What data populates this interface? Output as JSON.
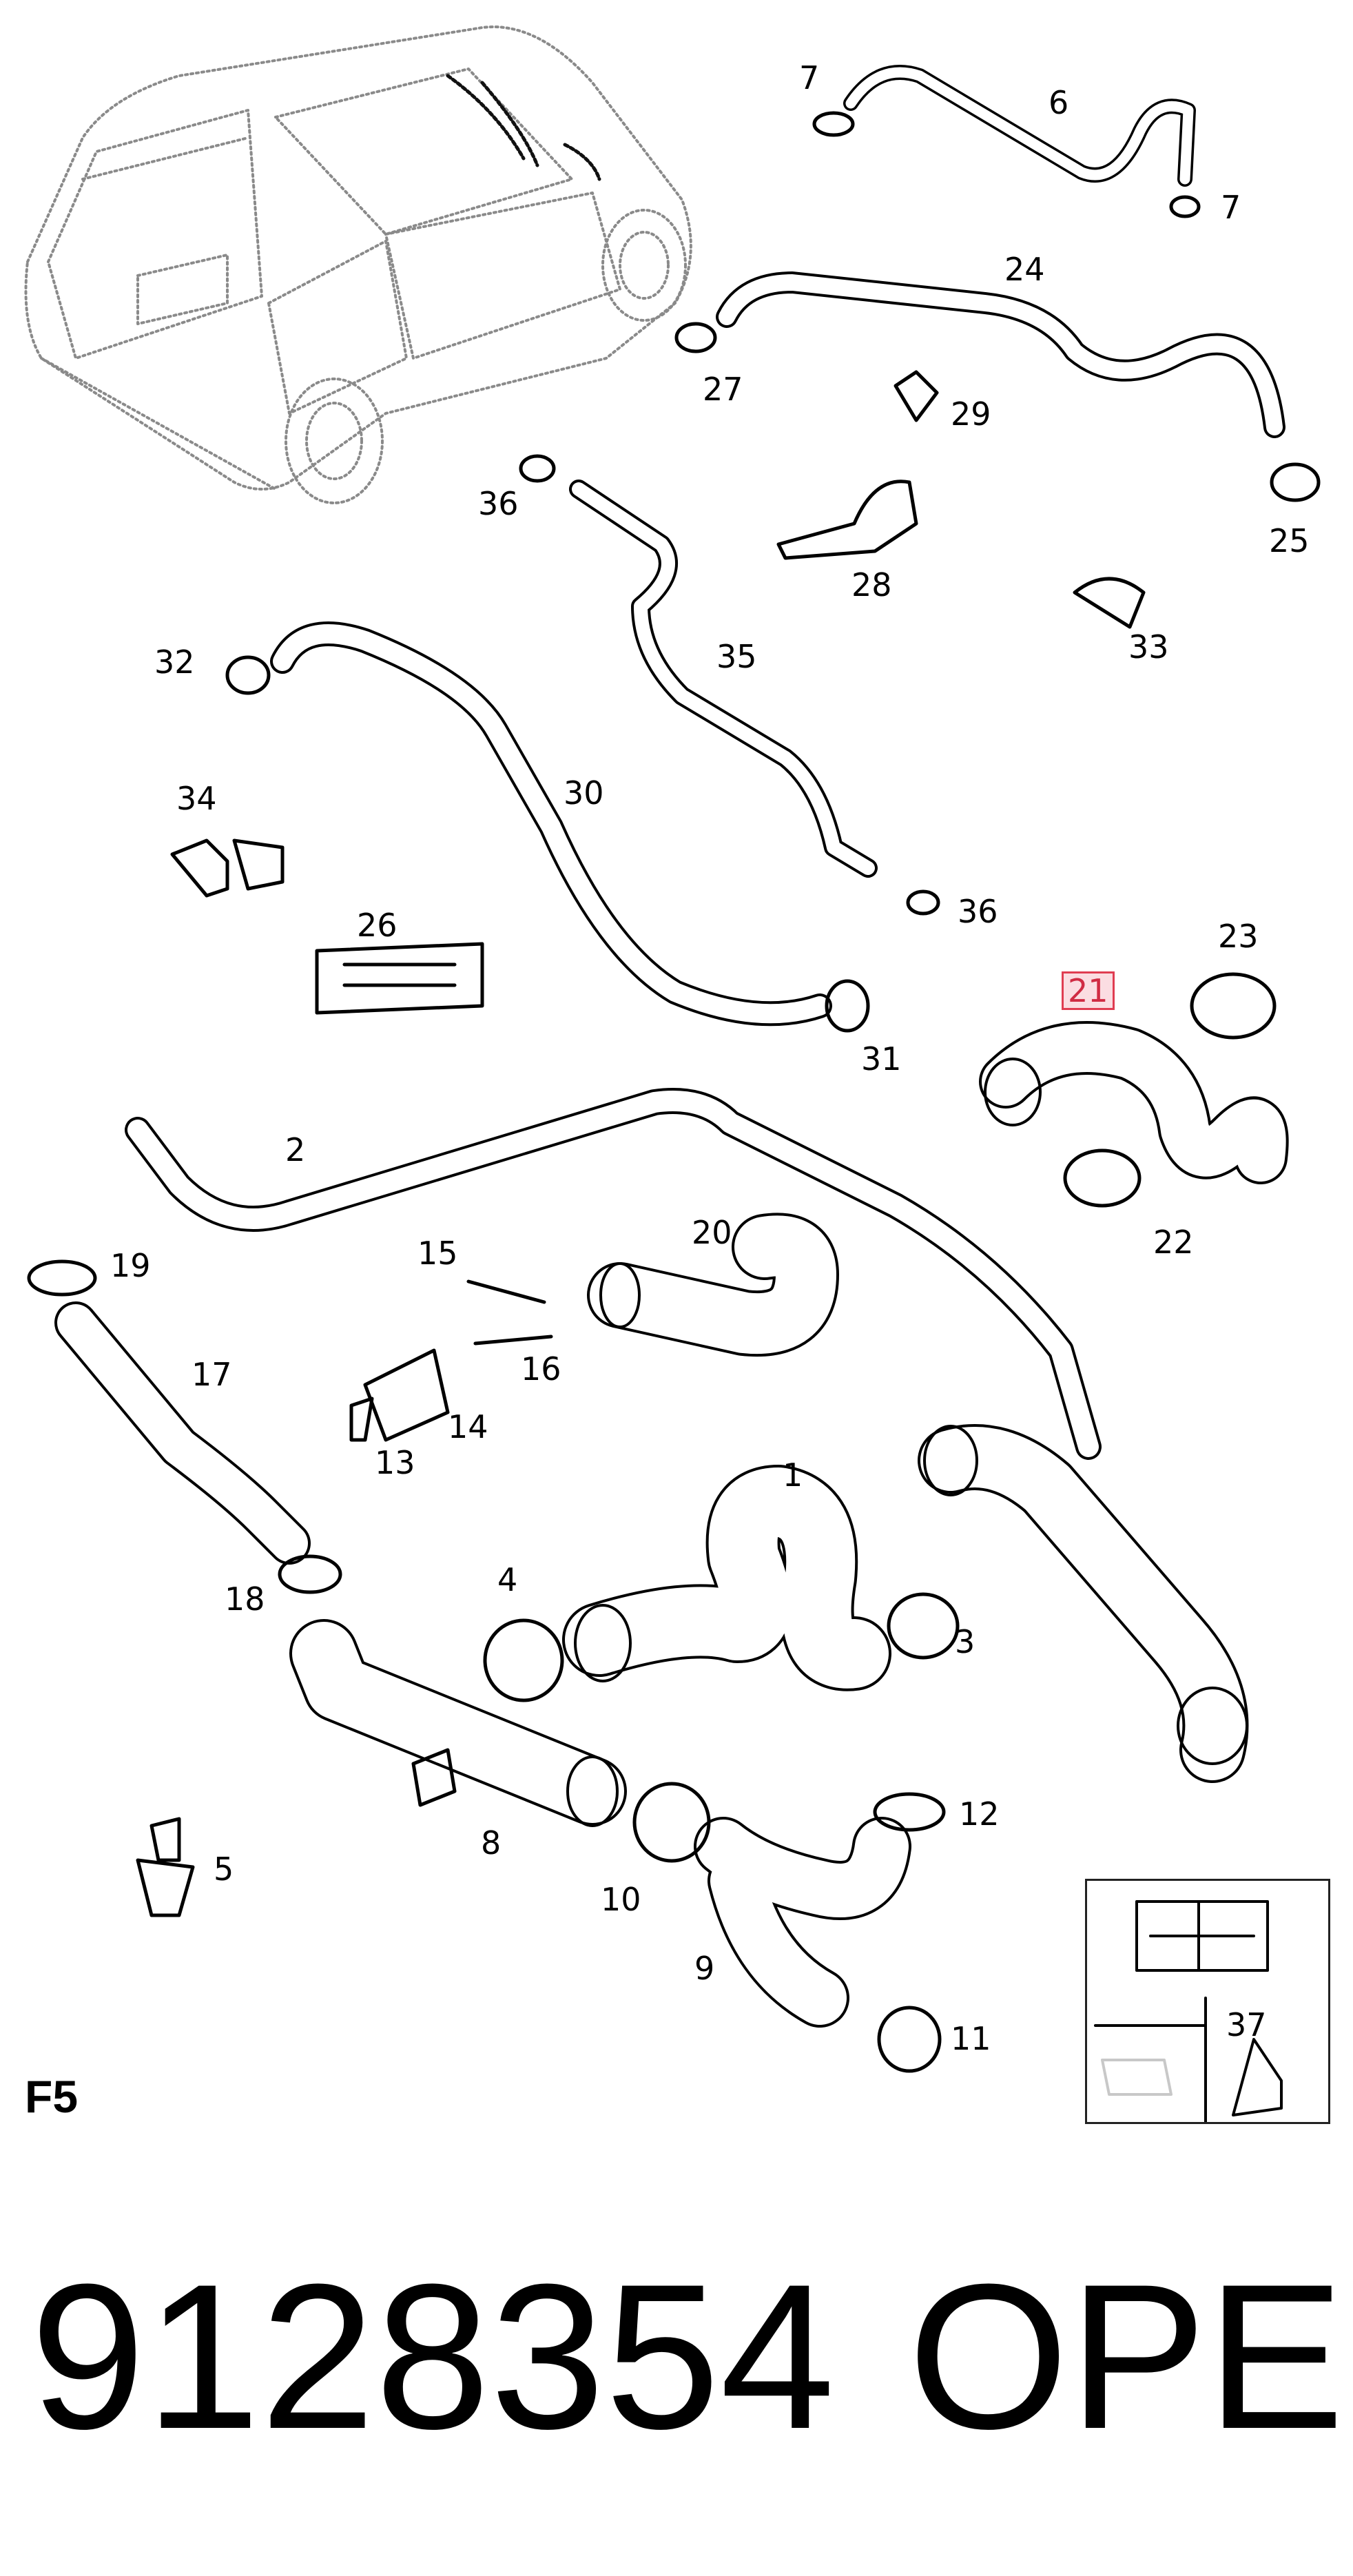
{
  "diagram": {
    "sheet_label": "F5",
    "part_number": "9128354",
    "brand": "OPEL",
    "highlight_color": "#e03d52",
    "callouts": [
      {
        "id": "7a",
        "text": "7"
      },
      {
        "id": "6",
        "text": "6"
      },
      {
        "id": "7b",
        "text": "7"
      },
      {
        "id": "24",
        "text": "24"
      },
      {
        "id": "27",
        "text": "27"
      },
      {
        "id": "29",
        "text": "29"
      },
      {
        "id": "25",
        "text": "25"
      },
      {
        "id": "36a",
        "text": "36"
      },
      {
        "id": "28",
        "text": "28"
      },
      {
        "id": "33",
        "text": "33"
      },
      {
        "id": "32",
        "text": "32"
      },
      {
        "id": "35",
        "text": "35"
      },
      {
        "id": "30",
        "text": "30"
      },
      {
        "id": "34",
        "text": "34"
      },
      {
        "id": "36b",
        "text": "36"
      },
      {
        "id": "26",
        "text": "26"
      },
      {
        "id": "23",
        "text": "23"
      },
      {
        "id": "21",
        "text": "21",
        "highlighted": true
      },
      {
        "id": "31",
        "text": "31"
      },
      {
        "id": "2",
        "text": "2"
      },
      {
        "id": "22",
        "text": "22"
      },
      {
        "id": "20",
        "text": "20"
      },
      {
        "id": "15",
        "text": "15"
      },
      {
        "id": "19",
        "text": "19"
      },
      {
        "id": "17",
        "text": "17"
      },
      {
        "id": "16",
        "text": "16"
      },
      {
        "id": "14",
        "text": "14"
      },
      {
        "id": "13",
        "text": "13"
      },
      {
        "id": "1",
        "text": "1"
      },
      {
        "id": "4",
        "text": "4"
      },
      {
        "id": "18",
        "text": "18"
      },
      {
        "id": "3",
        "text": "3"
      },
      {
        "id": "12",
        "text": "12"
      },
      {
        "id": "8",
        "text": "8"
      },
      {
        "id": "5",
        "text": "5"
      },
      {
        "id": "10",
        "text": "10"
      },
      {
        "id": "9",
        "text": "9"
      },
      {
        "id": "11",
        "text": "11"
      },
      {
        "id": "37",
        "text": "37"
      }
    ]
  }
}
